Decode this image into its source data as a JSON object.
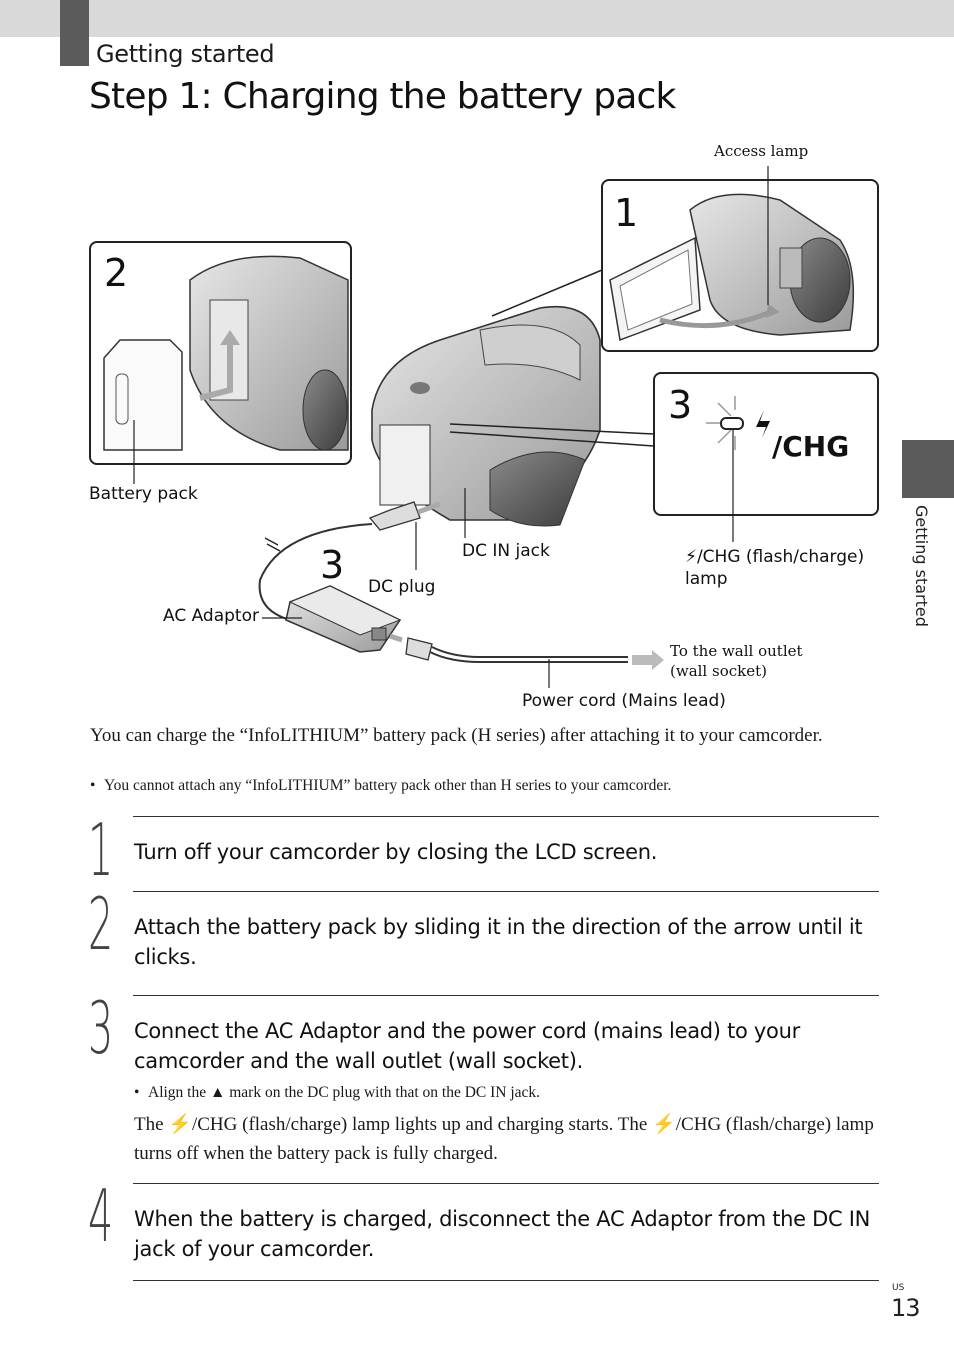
{
  "header": {
    "section": "Getting started",
    "title": "Step 1: Charging the battery pack"
  },
  "side_tab": {
    "label": "Getting started"
  },
  "figure": {
    "panel_numbers": [
      "1",
      "2",
      "3",
      "3"
    ],
    "chg_indicator": "/CHG",
    "labels": {
      "access_lamp": "Access lamp",
      "battery_pack": "Battery pack",
      "dc_in_jack": "DC IN jack",
      "flash_charge_lamp_1": "/CHG (flash/charge)",
      "flash_charge_lamp_2": "lamp",
      "dc_plug": "DC plug",
      "ac_adaptor": "AC Adaptor",
      "wall_outlet_1": "To the wall outlet",
      "wall_outlet_2": "(wall socket)",
      "power_cord": "Power cord (Mains lead)"
    }
  },
  "intro": {
    "text": "You can charge the “InfoLITHIUM” battery pack (H series) after attaching it to your camcorder.",
    "note": "You cannot attach any “InfoLITHIUM” battery pack other than H series to your camcorder."
  },
  "steps": [
    {
      "number": "1",
      "text": "Turn off your camcorder by closing the LCD screen."
    },
    {
      "number": "2",
      "text": "Attach the battery pack by sliding it in the direction of the arrow until it clicks."
    },
    {
      "number": "3",
      "text": "Connect the AC Adaptor and the power cord (mains lead) to your camcorder and the wall outlet (wall socket)."
    },
    {
      "number": "4",
      "text": "When the battery is charged, disconnect the AC Adaptor from the DC IN jack of your camcorder."
    }
  ],
  "step3_detail": {
    "note_before": "Align the",
    "note_after": "mark on the DC plug with that on the DC IN jack.",
    "result_a": "The",
    "result_b": "/CHG (flash/charge) lamp lights up and charging starts. The",
    "result_c": "/CHG (flash/charge) lamp turns off when the battery pack is fully charged."
  },
  "footer": {
    "region": "US",
    "page": "13"
  }
}
